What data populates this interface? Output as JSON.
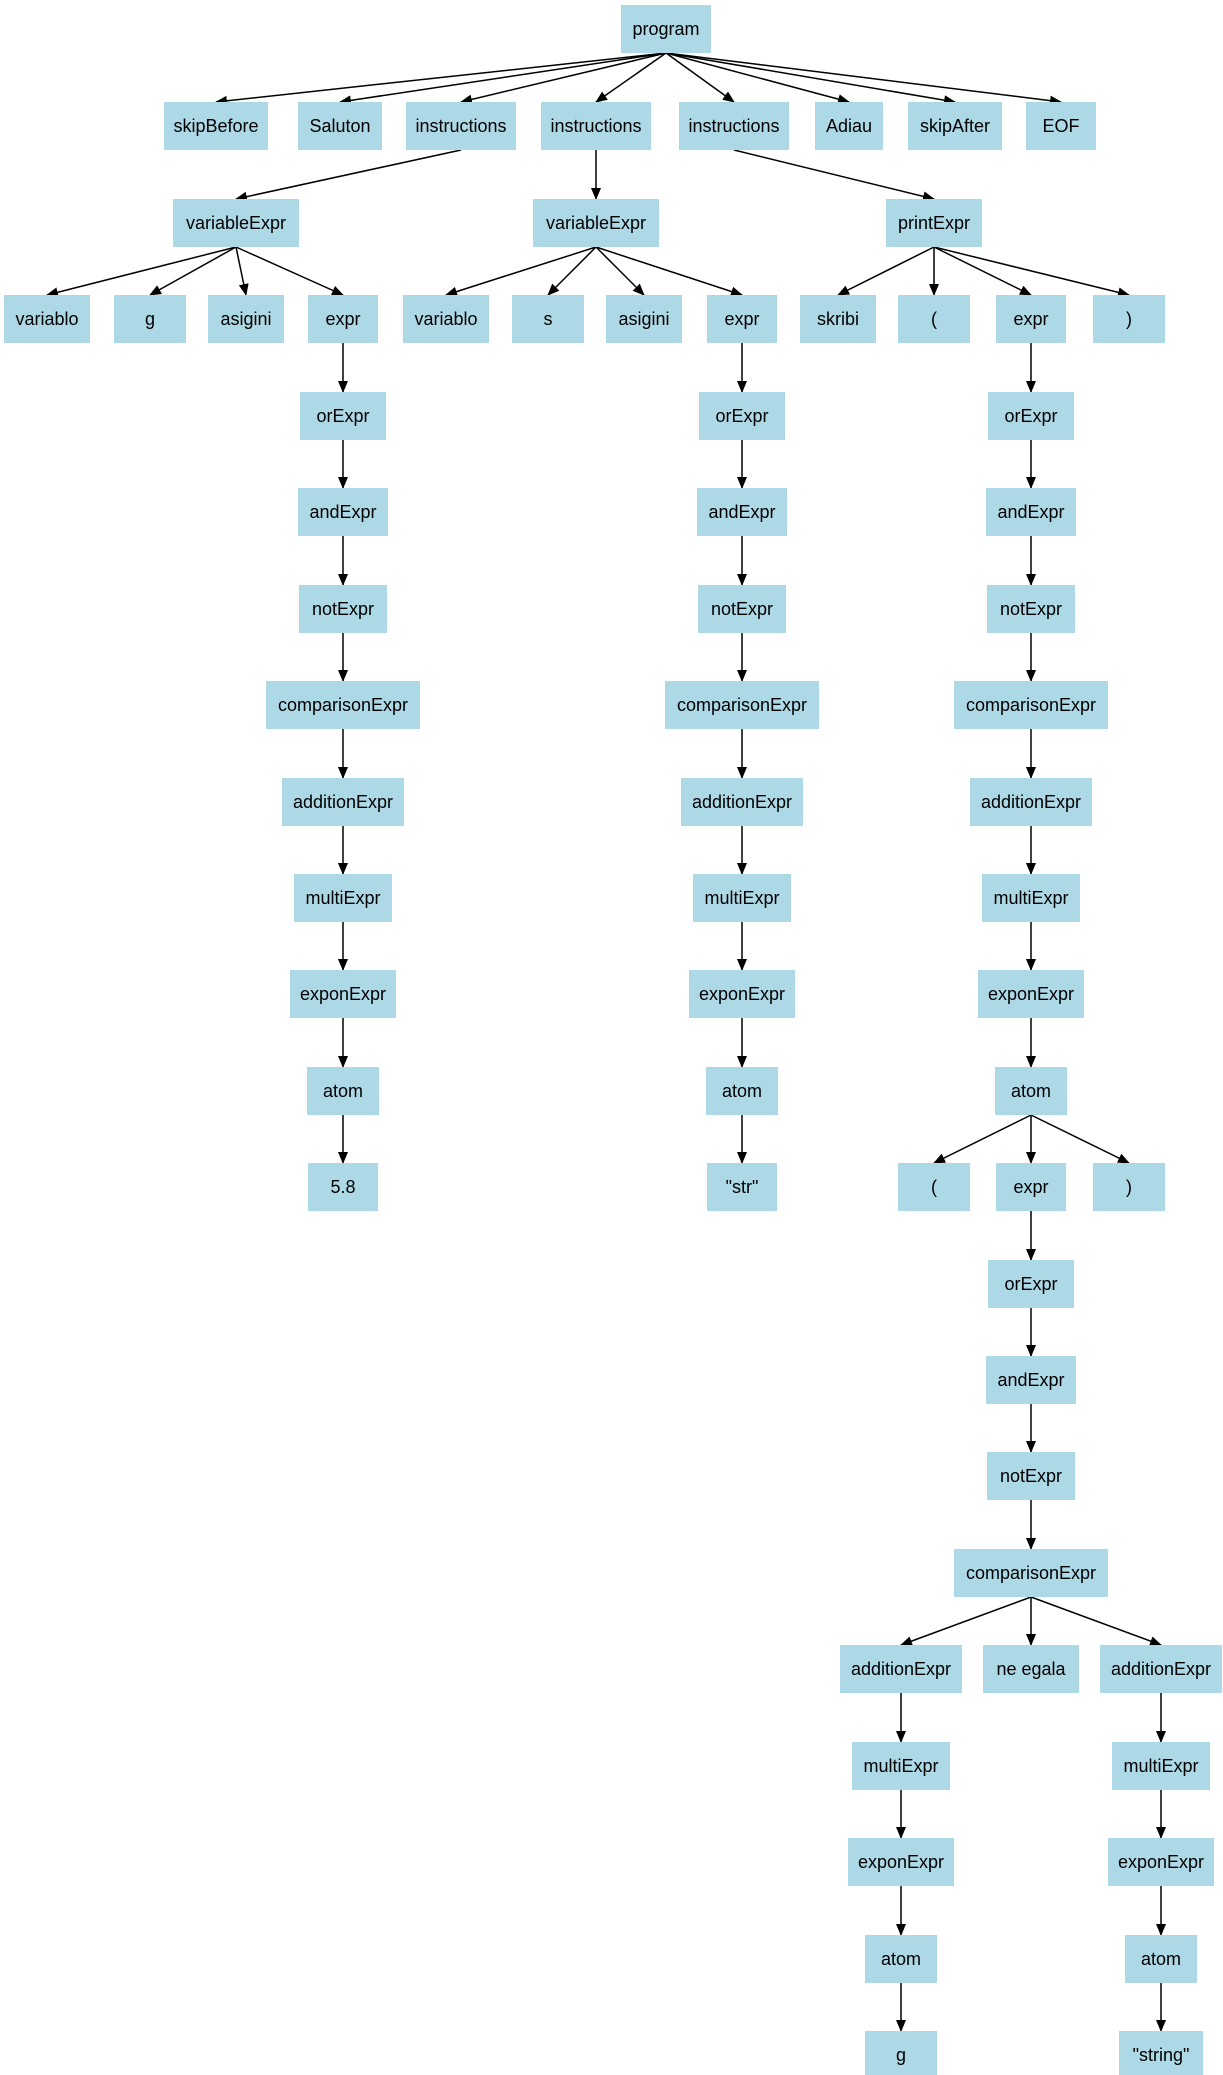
{
  "theme": {
    "node_fill": "#add8e6",
    "edge_color": "#000000",
    "text_color": "#000000",
    "background": "#ffffff"
  },
  "nodes": [
    {
      "id": "program",
      "label": "program"
    },
    {
      "id": "skipBefore",
      "label": "skipBefore"
    },
    {
      "id": "saluton",
      "label": "Saluton"
    },
    {
      "id": "instr1",
      "label": "instructions"
    },
    {
      "id": "instr2",
      "label": "instructions"
    },
    {
      "id": "instr3",
      "label": "instructions"
    },
    {
      "id": "adiau",
      "label": "Adiau"
    },
    {
      "id": "skipAfter",
      "label": "skipAfter"
    },
    {
      "id": "eof",
      "label": "EOF"
    },
    {
      "id": "var1",
      "label": "variableExpr"
    },
    {
      "id": "v1_variablo",
      "label": "variablo"
    },
    {
      "id": "v1_g",
      "label": "g"
    },
    {
      "id": "v1_asigini",
      "label": "asigini"
    },
    {
      "id": "v1_expr",
      "label": "expr"
    },
    {
      "id": "v1_or",
      "label": "orExpr"
    },
    {
      "id": "v1_and",
      "label": "andExpr"
    },
    {
      "id": "v1_not",
      "label": "notExpr"
    },
    {
      "id": "v1_cmp",
      "label": "comparisonExpr"
    },
    {
      "id": "v1_add",
      "label": "additionExpr"
    },
    {
      "id": "v1_multi",
      "label": "multiExpr"
    },
    {
      "id": "v1_expon",
      "label": "exponExpr"
    },
    {
      "id": "v1_atom",
      "label": "atom"
    },
    {
      "id": "v1_val",
      "label": "5.8"
    },
    {
      "id": "var2",
      "label": "variableExpr"
    },
    {
      "id": "v2_variablo",
      "label": "variablo"
    },
    {
      "id": "v2_s",
      "label": "s"
    },
    {
      "id": "v2_asigini",
      "label": "asigini"
    },
    {
      "id": "v2_expr",
      "label": "expr"
    },
    {
      "id": "v2_or",
      "label": "orExpr"
    },
    {
      "id": "v2_and",
      "label": "andExpr"
    },
    {
      "id": "v2_not",
      "label": "notExpr"
    },
    {
      "id": "v2_cmp",
      "label": "comparisonExpr"
    },
    {
      "id": "v2_add",
      "label": "additionExpr"
    },
    {
      "id": "v2_multi",
      "label": "multiExpr"
    },
    {
      "id": "v2_expon",
      "label": "exponExpr"
    },
    {
      "id": "v2_atom",
      "label": "atom"
    },
    {
      "id": "v2_val",
      "label": "\"str\""
    },
    {
      "id": "print",
      "label": "printExpr"
    },
    {
      "id": "p_skribi",
      "label": "skribi"
    },
    {
      "id": "p_lp",
      "label": "("
    },
    {
      "id": "p_expr",
      "label": "expr"
    },
    {
      "id": "p_rp",
      "label": ")"
    },
    {
      "id": "p_or",
      "label": "orExpr"
    },
    {
      "id": "p_and",
      "label": "andExpr"
    },
    {
      "id": "p_not",
      "label": "notExpr"
    },
    {
      "id": "p_cmp",
      "label": "comparisonExpr"
    },
    {
      "id": "p_add",
      "label": "additionExpr"
    },
    {
      "id": "p_multi",
      "label": "multiExpr"
    },
    {
      "id": "p_expon",
      "label": "exponExpr"
    },
    {
      "id": "p_atom",
      "label": "atom"
    },
    {
      "id": "a_lp",
      "label": "("
    },
    {
      "id": "a_expr",
      "label": "expr"
    },
    {
      "id": "a_rp",
      "label": ")"
    },
    {
      "id": "a_or",
      "label": "orExpr"
    },
    {
      "id": "a_and",
      "label": "andExpr"
    },
    {
      "id": "a_not",
      "label": "notExpr"
    },
    {
      "id": "a_cmp",
      "label": "comparisonExpr"
    },
    {
      "id": "l_add",
      "label": "additionExpr"
    },
    {
      "id": "ne_egala",
      "label": "ne egala"
    },
    {
      "id": "r_add",
      "label": "additionExpr"
    },
    {
      "id": "l_multi",
      "label": "multiExpr"
    },
    {
      "id": "l_expon",
      "label": "exponExpr"
    },
    {
      "id": "l_atom",
      "label": "atom"
    },
    {
      "id": "l_val",
      "label": "g"
    },
    {
      "id": "r_multi",
      "label": "multiExpr"
    },
    {
      "id": "r_expon",
      "label": "exponExpr"
    },
    {
      "id": "r_atom",
      "label": "atom"
    },
    {
      "id": "r_val",
      "label": "\"string\""
    }
  ],
  "edges": [
    [
      "program",
      "skipBefore"
    ],
    [
      "program",
      "saluton"
    ],
    [
      "program",
      "instr1"
    ],
    [
      "program",
      "instr2"
    ],
    [
      "program",
      "instr3"
    ],
    [
      "program",
      "adiau"
    ],
    [
      "program",
      "skipAfter"
    ],
    [
      "program",
      "eof"
    ],
    [
      "instr1",
      "var1"
    ],
    [
      "var1",
      "v1_variablo"
    ],
    [
      "var1",
      "v1_g"
    ],
    [
      "var1",
      "v1_asigini"
    ],
    [
      "var1",
      "v1_expr"
    ],
    [
      "v1_expr",
      "v1_or"
    ],
    [
      "v1_or",
      "v1_and"
    ],
    [
      "v1_and",
      "v1_not"
    ],
    [
      "v1_not",
      "v1_cmp"
    ],
    [
      "v1_cmp",
      "v1_add"
    ],
    [
      "v1_add",
      "v1_multi"
    ],
    [
      "v1_multi",
      "v1_expon"
    ],
    [
      "v1_expon",
      "v1_atom"
    ],
    [
      "v1_atom",
      "v1_val"
    ],
    [
      "instr2",
      "var2"
    ],
    [
      "var2",
      "v2_variablo"
    ],
    [
      "var2",
      "v2_s"
    ],
    [
      "var2",
      "v2_asigini"
    ],
    [
      "var2",
      "v2_expr"
    ],
    [
      "v2_expr",
      "v2_or"
    ],
    [
      "v2_or",
      "v2_and"
    ],
    [
      "v2_and",
      "v2_not"
    ],
    [
      "v2_not",
      "v2_cmp"
    ],
    [
      "v2_cmp",
      "v2_add"
    ],
    [
      "v2_add",
      "v2_multi"
    ],
    [
      "v2_multi",
      "v2_expon"
    ],
    [
      "v2_expon",
      "v2_atom"
    ],
    [
      "v2_atom",
      "v2_val"
    ],
    [
      "instr3",
      "print"
    ],
    [
      "print",
      "p_skribi"
    ],
    [
      "print",
      "p_lp"
    ],
    [
      "print",
      "p_expr"
    ],
    [
      "print",
      "p_rp"
    ],
    [
      "p_expr",
      "p_or"
    ],
    [
      "p_or",
      "p_and"
    ],
    [
      "p_and",
      "p_not"
    ],
    [
      "p_not",
      "p_cmp"
    ],
    [
      "p_cmp",
      "p_add"
    ],
    [
      "p_add",
      "p_multi"
    ],
    [
      "p_multi",
      "p_expon"
    ],
    [
      "p_expon",
      "p_atom"
    ],
    [
      "p_atom",
      "a_lp"
    ],
    [
      "p_atom",
      "a_expr"
    ],
    [
      "p_atom",
      "a_rp"
    ],
    [
      "a_expr",
      "a_or"
    ],
    [
      "a_or",
      "a_and"
    ],
    [
      "a_and",
      "a_not"
    ],
    [
      "a_not",
      "a_cmp"
    ],
    [
      "a_cmp",
      "l_add"
    ],
    [
      "a_cmp",
      "ne_egala"
    ],
    [
      "a_cmp",
      "r_add"
    ],
    [
      "l_add",
      "l_multi"
    ],
    [
      "l_multi",
      "l_expon"
    ],
    [
      "l_expon",
      "l_atom"
    ],
    [
      "l_atom",
      "l_val"
    ],
    [
      "r_add",
      "r_multi"
    ],
    [
      "r_multi",
      "r_expon"
    ],
    [
      "r_expon",
      "r_atom"
    ],
    [
      "r_atom",
      "r_val"
    ]
  ]
}
